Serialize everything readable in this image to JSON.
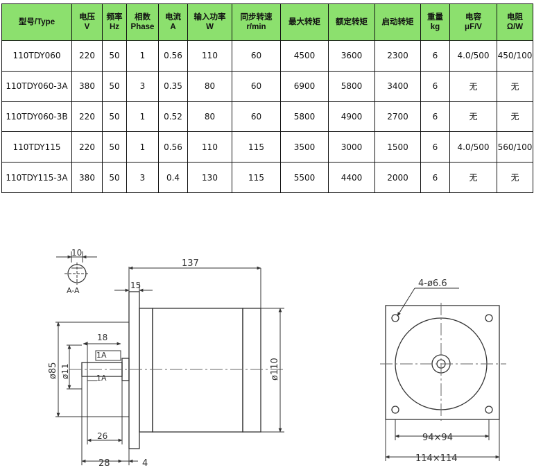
{
  "table": {
    "headers": [
      {
        "line1": "型号/Type",
        "line2": ""
      },
      {
        "line1": "电压",
        "line2": "V"
      },
      {
        "line1": "频率",
        "line2": "Hz"
      },
      {
        "line1": "相数",
        "line2": "Phase"
      },
      {
        "line1": "电流",
        "line2": "A"
      },
      {
        "line1": "输入功率",
        "line2": "W"
      },
      {
        "line1": "同步转速",
        "line2": "r/min"
      },
      {
        "line1": "最大转矩",
        "line2": ""
      },
      {
        "line1": "额定转矩",
        "line2": ""
      },
      {
        "line1": "启动转矩",
        "line2": ""
      },
      {
        "line1": "重量",
        "line2": "kg"
      },
      {
        "line1": "电容",
        "line2": "μF/V"
      },
      {
        "line1": "电阻",
        "line2": "Ω/W"
      }
    ],
    "rows": [
      [
        "110TDY060",
        "220",
        "50",
        "1",
        "0.56",
        "110",
        "60",
        "4500",
        "3600",
        "2300",
        "6",
        "4.0/500",
        "450/100"
      ],
      [
        "110TDY060-3A",
        "380",
        "50",
        "3",
        "0.35",
        "80",
        "60",
        "6900",
        "5800",
        "3400",
        "6",
        "无",
        "无"
      ],
      [
        "110TDY060-3B",
        "220",
        "50",
        "1",
        "0.52",
        "80",
        "60",
        "5800",
        "4900",
        "2700",
        "6",
        "无",
        "无"
      ],
      [
        "110TDY115",
        "220",
        "50",
        "1",
        "0.56",
        "110",
        "115",
        "3500",
        "3000",
        "1500",
        "6",
        "4.0/500",
        "560/100"
      ],
      [
        "110TDY115-3A",
        "380",
        "50",
        "3",
        "0.4",
        "130",
        "115",
        "5500",
        "4400",
        "2000",
        "6",
        "无",
        "无"
      ]
    ]
  },
  "drawing": {
    "section_width": "10",
    "section_label": "A-A",
    "length_total": "137",
    "flange_thickness": "15",
    "shaft_key_length": "18",
    "section_mark_top": "1A",
    "section_mark_bottom": "1A",
    "shaft_diameter": "ø11",
    "pilot_diameter": "ø85",
    "body_diameter": "ø110",
    "shaft_key_span": "26",
    "shaft_length": "28",
    "pilot_height": "4",
    "mounting_holes": "4-ø6.6",
    "hole_spacing": "94×94",
    "flange_size": "114×114"
  }
}
